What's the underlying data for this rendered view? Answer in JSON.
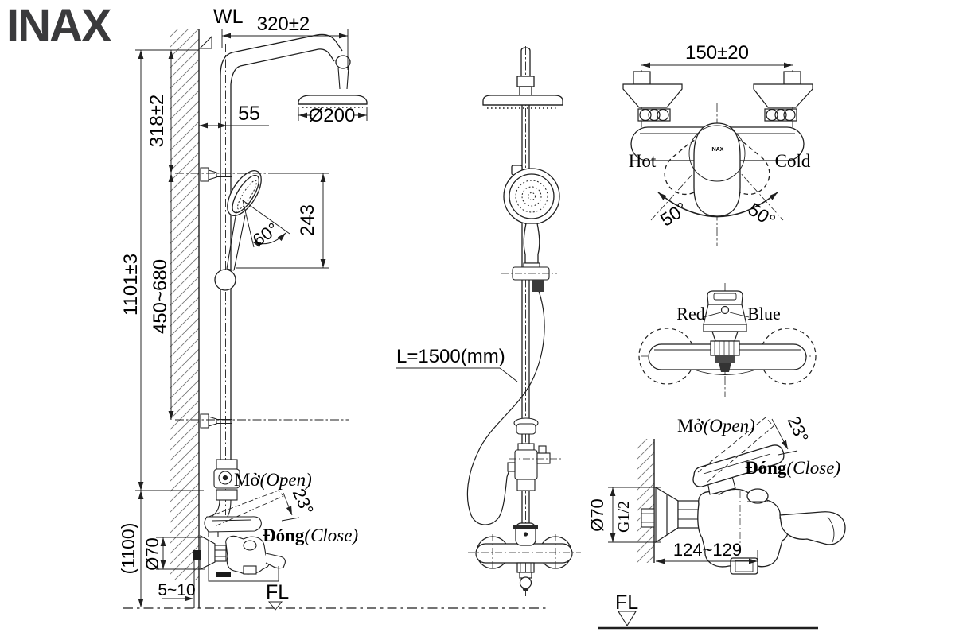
{
  "brand": {
    "logo": "INAX"
  },
  "colors": {
    "line": "#1f1f1f",
    "logo": "#3a3a3c",
    "bg": "#ffffff"
  },
  "side_view": {
    "wall_label": "WL",
    "dim_arm_reach": "320±2",
    "dim_arm_height": "318±2",
    "dim_wall_offset": "55",
    "dim_head_diameter": "Ø200",
    "dim_swivel_angle": "60°",
    "dim_handshower_drop": "243",
    "dim_column_height": "1101±3",
    "dim_slide_range": "450~680",
    "label_open_vi": "Mở",
    "label_open_en": "(Open)",
    "dim_lever_angle": "23°",
    "label_close_vi": "Đóng",
    "label_close_en": "(Close)",
    "dim_install_height": "(1100)",
    "dim_flange_diameter": "Ø70",
    "dim_wall_gap": "5~10",
    "label_floor": "FL"
  },
  "front_view": {
    "hose_length": "L=1500(mm)"
  },
  "mixer_front": {
    "dim_supply_pitch": "150±20",
    "label_hot": "Hot",
    "label_cold": "Cold",
    "dim_swing_left": "50°",
    "dim_swing_right": "50°",
    "handle_brand": "INAX"
  },
  "mixer_top": {
    "label_red": "Red",
    "label_blue": "Blue"
  },
  "mixer_side": {
    "label_open_vi": "Mở",
    "label_open_en": "(Open)",
    "dim_lever_angle": "23°",
    "label_close_vi": "Đóng",
    "label_close_en": "(Close)",
    "dim_flange_diameter": "Ø70",
    "label_thread": "G1/2",
    "dim_body_depth": "124~129",
    "label_floor": "FL"
  }
}
